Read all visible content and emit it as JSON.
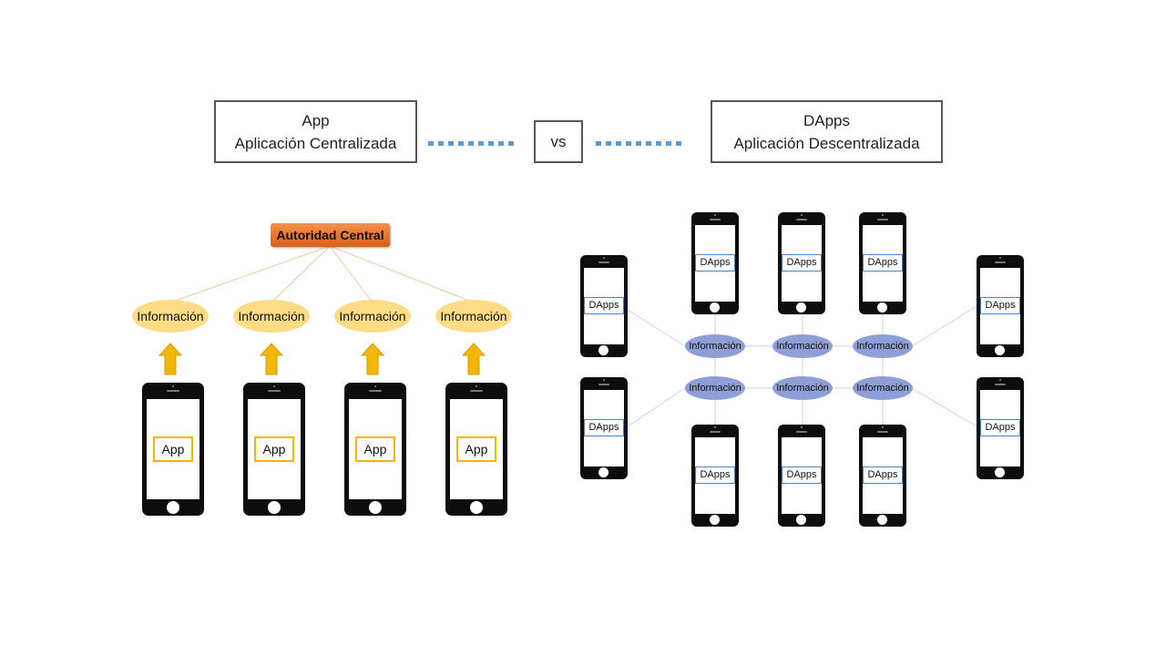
{
  "header": {
    "left_box": {
      "line1": "App",
      "line2": "Aplicación Centralizada"
    },
    "vs": "vs",
    "right_box": {
      "line1": "DApps",
      "line2": "Aplicación Descentralizada"
    }
  },
  "centralized": {
    "authority": "Autoridad Central",
    "info_label": "Información",
    "app_label": "App",
    "colors": {
      "authority": "#e9722c",
      "info": "#fddc85",
      "arrow": "#f2b705",
      "app_border": "#f2b705"
    }
  },
  "decentralized": {
    "info_label": "Información",
    "dapp_label": "DApps",
    "colors": {
      "info": "#8e9fd7",
      "dapp_border": "#4a86c5",
      "links": "#c5d3ea"
    }
  }
}
